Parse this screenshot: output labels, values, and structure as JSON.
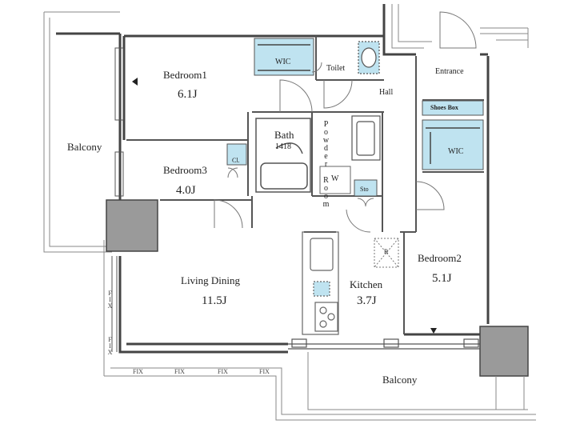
{
  "rooms": {
    "bedroom1": {
      "name": "Bedroom1",
      "area": "6.1J"
    },
    "bedroom2": {
      "name": "Bedroom2",
      "area": "5.1J"
    },
    "bedroom3": {
      "name": "Bedroom3",
      "area": "4.0J"
    },
    "living_dining": {
      "name": "Living Dining",
      "area": "11.5J"
    },
    "kitchen": {
      "name": "Kitchen",
      "area": "3.7J"
    },
    "bath": {
      "name": "Bath",
      "size": "1418"
    },
    "powder_room": "Powder Room",
    "toilet": "Toilet",
    "hall": "Hall",
    "entrance": "Entrance",
    "shoes_box": "Shoes Box",
    "wic_top": "WIC",
    "wic_right": "WIC",
    "closet": "Cl.",
    "storage": "Sto",
    "washer": "W",
    "refrigerator": "R",
    "balcony_left": "Balcony",
    "balcony_bottom": "Balcony"
  },
  "fix_labels": [
    "FIX",
    "FIX",
    "FIX",
    "FIX",
    "FIX",
    "FIX"
  ],
  "colors": {
    "wall": "#555555",
    "storage_fill": "#bfe3f0",
    "column_fill": "#9a9a9a",
    "line": "#666666"
  }
}
